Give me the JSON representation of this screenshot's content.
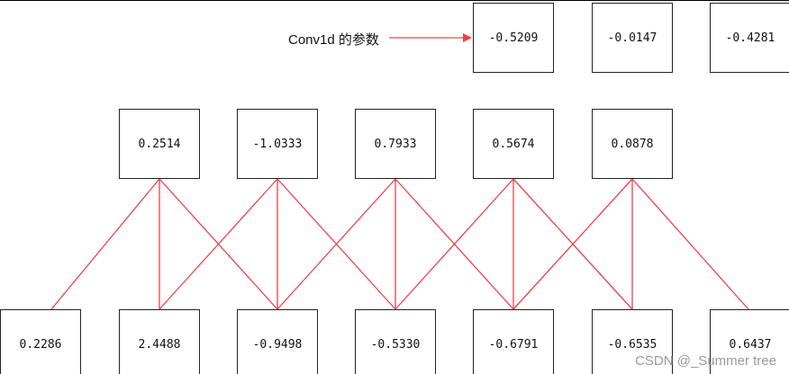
{
  "label": "Conv1d 的参数",
  "kernel": [
    "-0.5209",
    "-0.0147",
    "-0.4281"
  ],
  "output": [
    "0.2514",
    "-1.0333",
    "0.7933",
    "0.5674",
    "0.0878"
  ],
  "input": [
    "0.2286",
    "2.4488",
    "-0.9498",
    "-0.5330",
    "-0.6791",
    "-0.6535",
    "0.6437"
  ],
  "watermark": "CSDN @_Summer tree",
  "colors": {
    "connection": "#f0404a",
    "border": "#222222"
  }
}
